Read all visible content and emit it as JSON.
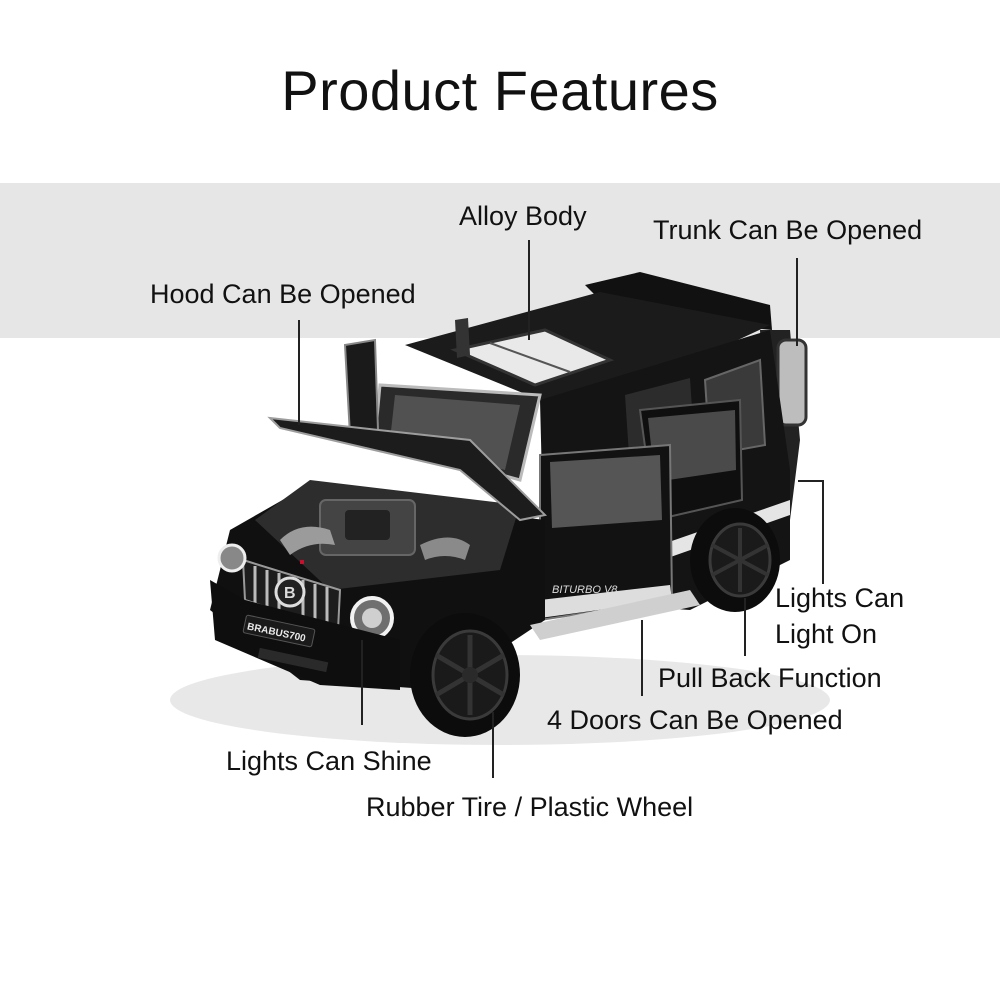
{
  "page": {
    "title": "Product Features"
  },
  "callouts": {
    "alloy_body": "Alloy Body",
    "trunk": "Trunk Can Be Opened",
    "hood": "Hood Can Be Opened",
    "lights_on": "Lights Can Light On",
    "pull_back": "Pull Back Function",
    "doors": "4 Doors Can Be Opened",
    "lights_shine": "Lights Can Shine",
    "tire_wheel": "Rubber Tire / Plastic Wheel"
  },
  "car": {
    "plate_text": "BRABUS700",
    "badge_text": "BITURBO V8",
    "body_color": "#0d0d0d",
    "accent_color": "#c8102e"
  }
}
